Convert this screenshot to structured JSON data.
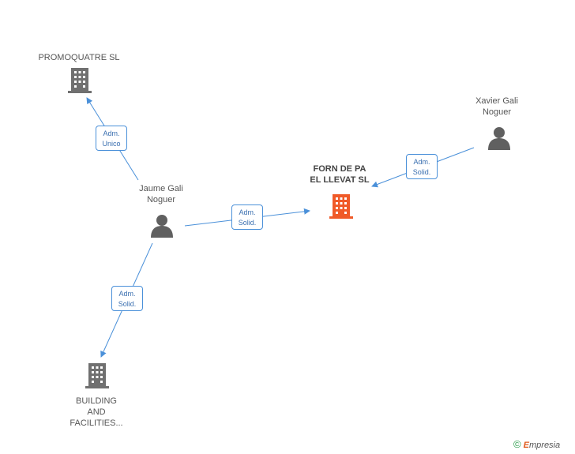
{
  "nodes": {
    "promoquatre": {
      "label": "PROMOQUATRE SL",
      "type": "company"
    },
    "forn": {
      "line1": "FORN DE PA",
      "line2": "EL LLEVAT SL",
      "type": "company-main"
    },
    "xavier": {
      "line1": "Xavier Gali",
      "line2": "Noguer",
      "type": "person"
    },
    "jaume": {
      "line1": "Jaume Gali",
      "line2": "Noguer",
      "type": "person"
    },
    "building": {
      "line1": "BUILDING",
      "line2": "AND",
      "line3": "FACILITIES...",
      "type": "company"
    }
  },
  "edges": {
    "jaume_promoquatre": {
      "line1": "Adm.",
      "line2": "Unico"
    },
    "xavier_forn": {
      "line1": "Adm.",
      "line2": "Solid."
    },
    "jaume_forn": {
      "line1": "Adm.",
      "line2": "Solid."
    },
    "jaume_building": {
      "line1": "Adm.",
      "line2": "Solid."
    }
  },
  "colors": {
    "company_icon": "#707070",
    "main_company_icon": "#f05a28",
    "person_icon": "#606060",
    "edge_line": "#4a90d9"
  },
  "footer": {
    "copyright": "©",
    "brand_initial": "E",
    "brand_rest": "mpresia"
  }
}
